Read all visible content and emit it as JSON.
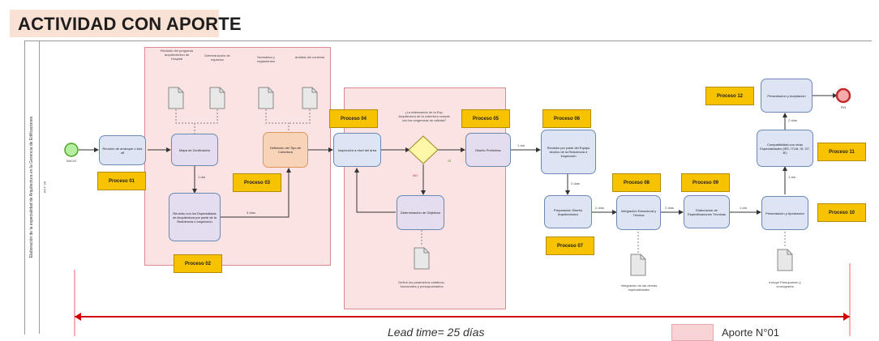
{
  "title": "ACTIVIDAD CON APORTE",
  "pool_label": "Elaboración de la especialidad de Arquitectura en la Gerencia de Edificaciones",
  "lane_label": "ACT. 04",
  "events": {
    "start": "INICIO",
    "end": "FIN"
  },
  "tasks": {
    "reunion_kickoff": "Reunión de arranque o kick off",
    "mapa_zonificacion": "Mapa de Zonificación",
    "reunion_especialidad": "Reunión con los Especialistas de Arquitectura por parte de la Residencia o Inspección",
    "definicion_tipo_cobertura": "Definición del Tipo de Cobertura",
    "inspeccion_terreno": "Inspección a nivel del área",
    "determinacion_objetivos": "Determinación de Objetivos",
    "diseno_preliminar": "Diseño Preliminar",
    "revision_residencia": "Revisión por parte del Equipo técnico de la Residencia e Inspección",
    "preparacion_diseno": "Preparación Diseño Arquitectónico",
    "integracion_tecnica": "Integración Estructural y Técnica",
    "elaboracion_especificaciones": "Elaboración de Especificaciones Técnicas",
    "presentacion_aprobacion": "Presentación y Aprobación",
    "compatibilidad": "Compatibilidad con otras Especialidades (IEE, ITLM, IS, GT, IE)",
    "presentacion_aceptacion": "Presentación y Aceptación"
  },
  "gateway": {
    "question": "¿La elaboración de la Esp. Arquitectura de la cobertura cumple con las exigencias de calidad?",
    "yes": "SÍ",
    "no": "NO"
  },
  "docs": {
    "revision_programa": "Revisión del programa arquitectónico de Hospital",
    "determinacion_espacios": "Determinación de espacios",
    "normativa": "Normativa y reglamentos",
    "analisis_contexto": "Análisis del contexto",
    "definir_parametros": "Definir los parámetros estéticos, funcionales y presupuestarios",
    "integracion_demas": "Integración de las demás especialidades",
    "incluye": "Incluye Presupuesto y cronograma"
  },
  "processes": {
    "p01": "Proceso 01",
    "p02": "Proceso 02",
    "p03": "Proceso 03",
    "p04": "Proceso 04",
    "p05": "Proceso 05",
    "p06": "Proceso 06",
    "p07": "Proceso 07",
    "p08": "Proceso 08",
    "p09": "Proceso 09",
    "p10": "Proceso 10",
    "p11": "Proceso 11",
    "p12": "Proceso 12"
  },
  "flow_labels": {
    "d1": "1 día",
    "d2": "3 días",
    "d3": "1 día",
    "d4": "2 días",
    "d5": "2 días",
    "d6": "2 días",
    "d7": "1 día",
    "d8": "1 día",
    "d9": "2 días"
  },
  "lead_time": "Lead time= 25 días",
  "legend": "Aporte N°01",
  "colors": {
    "process": "#f7c200",
    "region": "#fbe3e4",
    "lead_line": "#d00000",
    "start": "#7dd35a",
    "end": "#e86a6a"
  }
}
